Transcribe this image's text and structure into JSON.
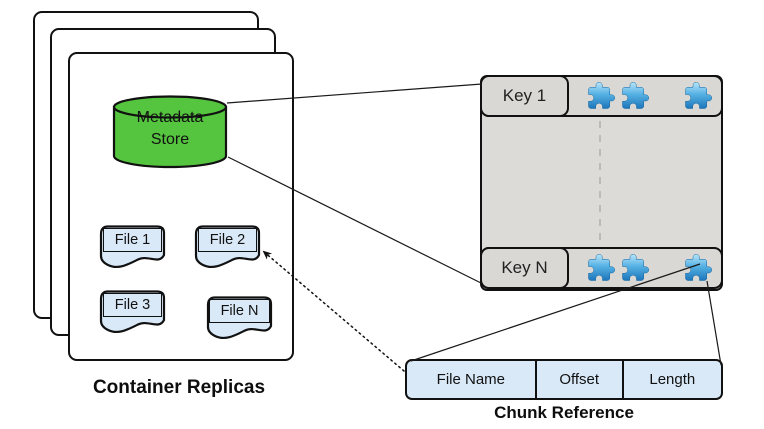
{
  "container_replicas": {
    "caption": "Container Replicas",
    "replica_count": 3,
    "metadata_store": {
      "label_line1": "Metadata",
      "label_line2": "Store",
      "fill_color": "#55c43e",
      "icon": "database-cylinder-icon"
    },
    "files": [
      "File 1",
      "File 2",
      "File 3",
      "File N"
    ],
    "file_fill_color": "#d9e9f8"
  },
  "key_table": {
    "keys": [
      "Key 1",
      "Key N"
    ],
    "panel_color": "#dcdbd7",
    "chunk_icon": "puzzle-piece-icon",
    "chunk_icon_colors": {
      "top": "#aadcf7",
      "bottom": "#1d76ba"
    },
    "chunks_per_key_visible": 3
  },
  "chunk_reference": {
    "caption": "Chunk Reference",
    "fields": [
      "File Name",
      "Offset",
      "Length"
    ],
    "fill_color": "#d9e9f8"
  }
}
